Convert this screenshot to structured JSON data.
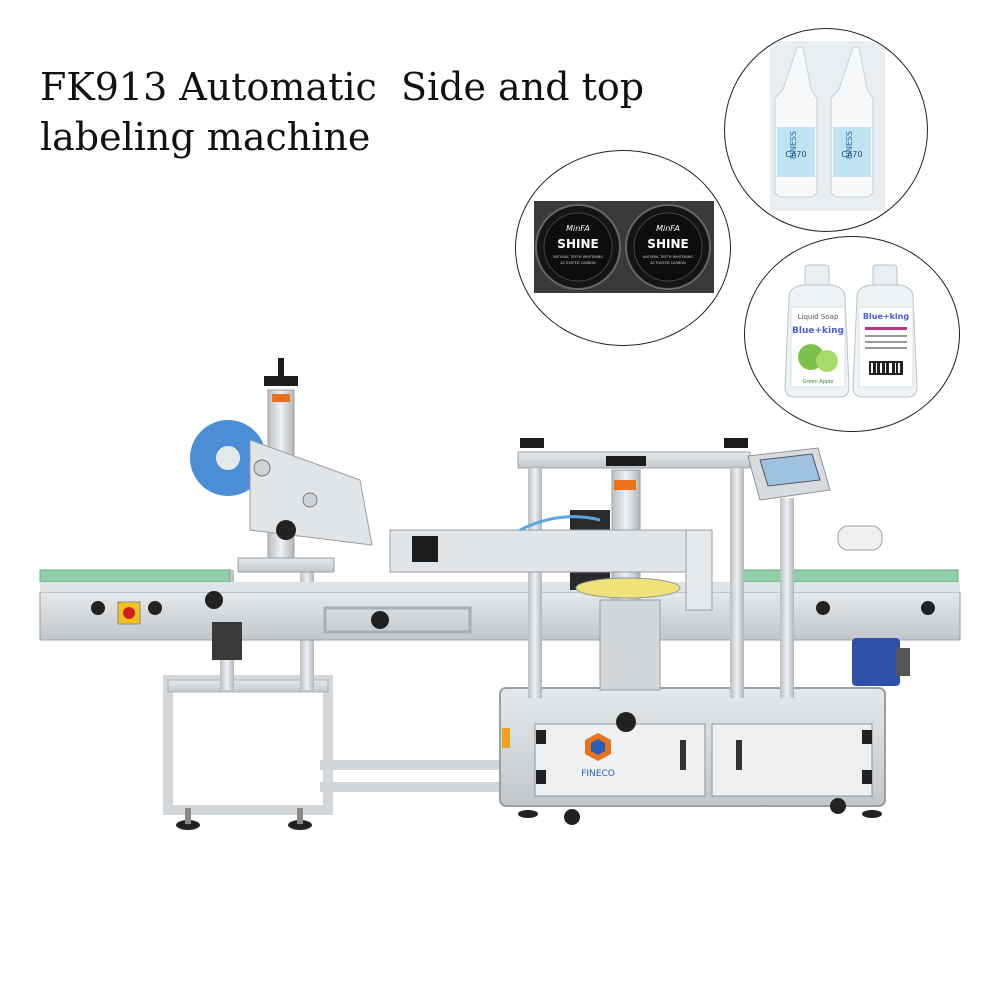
{
  "title": {
    "line1": "FK913 Automatic  Side and top",
    "line2": "labeling machine"
  },
  "insets": {
    "glue": {
      "brand": "FINESS",
      "model": "CA70"
    },
    "jars": {
      "brand": "MinFA",
      "product": "SHINE",
      "subtitle": "NATURAL TEETH WHITENING",
      "sub2": "ACTIVATED CARBON"
    },
    "soap": {
      "line1": "Liquid Soap",
      "brand": "Blue+king",
      "scent": "Green Apple"
    }
  },
  "machine": {
    "logo_text": "FINECO"
  },
  "colors": {
    "steel": "#cfd3d6",
    "steel_dark": "#9aa0a6",
    "rail_green": "#8fd0a8",
    "blue_roll": "#4a8fd6",
    "motor_blue": "#2f4fa8",
    "handle_black": "#1c1c1c"
  }
}
